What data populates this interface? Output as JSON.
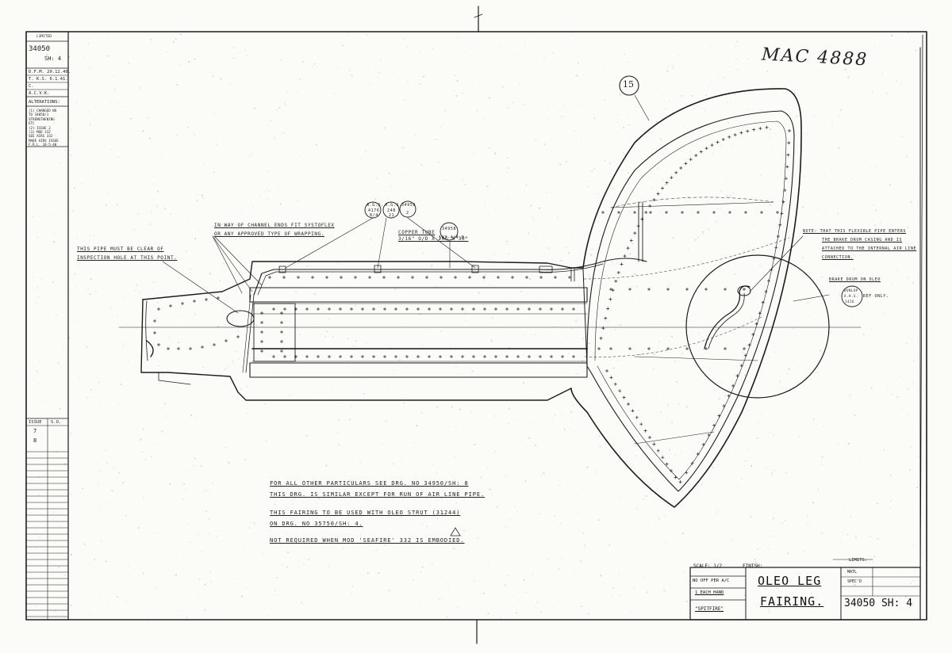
{
  "stamp": "MAC 4888",
  "balloon": "15",
  "side_panel": {
    "header": "LIMITED",
    "drawing_no": "34050",
    "sheet": "SH: 4",
    "rows": [
      "D.F.M. 20.12.40.",
      "T. K.S. 6.1.41.",
      "C.",
      "A.C.V.K."
    ],
    "alterations_header": "ALTERATIONS:",
    "alterations": [
      "(1) CHANGED NO",
      "TO 34050/1",
      "STRENGTHENING",
      "ETC",
      "(2) ISSUE 2",
      "(3) MOD 332",
      "SEE AIRS 332",
      "MADE AIRS ISSUE",
      "F.R.L. 18-5-40"
    ],
    "issue_header": "ISSUE",
    "so_header": "S.O.",
    "issues": [
      "7",
      "8"
    ]
  },
  "callouts": {
    "channel": [
      "IN WAY OF CHANNEL ENDS FIT SYSTOFLEX",
      "OR ANY APPROVED TYPE OF WRAPPING."
    ],
    "pipe_clear": [
      "THIS PIPE MUST BE CLEAR OF",
      "INSPECTION HOLE AT THIS POINT."
    ],
    "copper": [
      "COPPER TUBE",
      "3/16\" O/D x 20G x 30\""
    ],
    "ref_a": [
      "A.G.S.",
      "4176",
      "8/4"
    ],
    "ref_b": [
      "A.G.S.",
      "248",
      "21"
    ],
    "ref_c": [
      "34958",
      "2"
    ],
    "ref_d": [
      "34958",
      "133-4/4.D."
    ],
    "flex_note": [
      "NOTE: THAT THIS FLEXIBLE PIPE ENTERS",
      "THE BRAKE DRUM CASING AND IS",
      "ATTACHED TO THE INTERNAL AIR LINE",
      "CONNECTION."
    ],
    "brake_drum": "BRAKE DRUM ON OLEO",
    "brake_ref": [
      "DUNLOP",
      "A.H.S.",
      "1426"
    ],
    "ref_only": "REF ONLY."
  },
  "notes": [
    "FOR ALL OTHER PARTICULARS SEE DRG. NO 34950/SH: 8",
    "THIS DRG. IS SIMILAR EXCEPT FOR RUN OF AIR LINE PIPE.",
    "THIS FAIRING TO BE USED WITH OLEO STRUT (31244)",
    "ON DRG. NO 35750/SH: 4.",
    "NOT REQUIRED WHEN MOD 'SEAFIRE' 332 IS EMBODIED."
  ],
  "title_block": {
    "scale": "SCALE: 1/2",
    "finish": "FINISH:",
    "no_off": "NO OFF PER A/C",
    "each_hand": "1 EACH HAND",
    "aircraft": "\"SPITFIRE\"",
    "title_line1": "OLEO LEG",
    "title_line2": "FAIRING.",
    "limits": "LIMITS:",
    "matl": "MATL",
    "spec": "SPEC'D",
    "drawing_no": "34050 SH: 4"
  }
}
